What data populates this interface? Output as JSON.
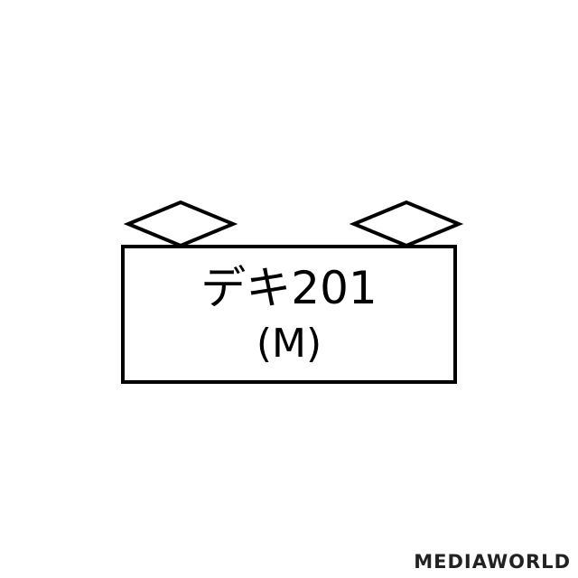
{
  "car": {
    "name": "デキ201",
    "type": "(M)"
  },
  "watermark": {
    "text": "MEDIAWORLD"
  },
  "colors": {
    "line": "#000000",
    "background": "#ffffff"
  }
}
